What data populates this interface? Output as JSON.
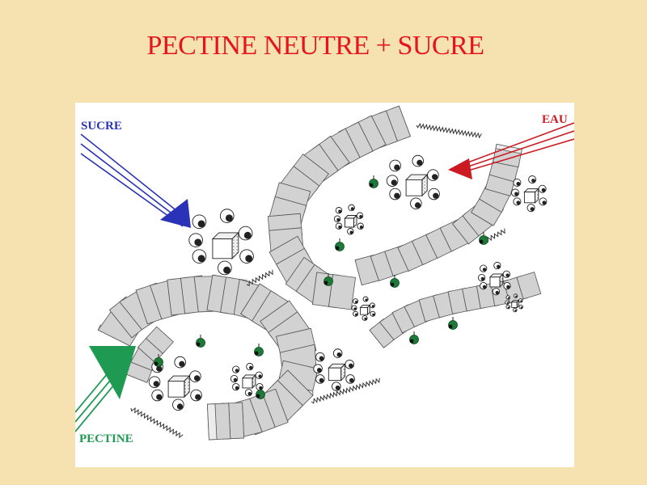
{
  "title": "PECTINE NEUTRE + SUCRE",
  "labels": {
    "sugar": "SUCRE",
    "water": "EAU",
    "pectin": "PECTINE"
  },
  "colors": {
    "background": "#f6e2b0",
    "title": "#e8141c",
    "sugar_arrow": "#2a33b8",
    "water_arrow": "#cc1a22",
    "pectin_arrow": "#1e9a52",
    "pectin_ends": "#1d7a38",
    "strand_fill": "#e4e4e4",
    "strand_line": "#555555"
  },
  "icons": [
    "sugar-molecule-icon",
    "water-molecule-icon",
    "pectin-strand-icon"
  ]
}
